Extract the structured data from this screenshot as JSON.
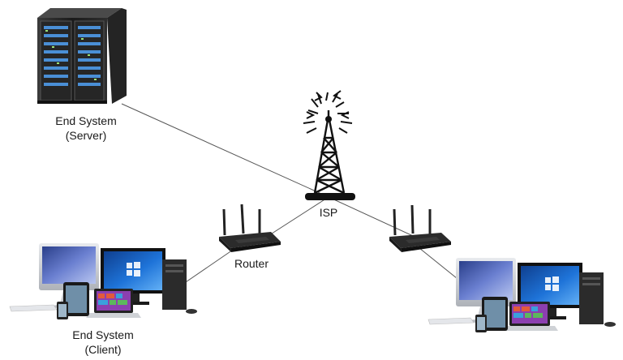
{
  "nodes": {
    "server": {
      "line1": "End System",
      "line2": "(Server)",
      "icon": "server-rack-icon"
    },
    "isp": {
      "label": "ISP",
      "icon": "radio-tower-icon"
    },
    "router_left": {
      "label": "Router",
      "icon": "wifi-router-icon"
    },
    "router_right": {
      "label": "",
      "icon": "wifi-router-icon"
    },
    "client_left": {
      "line1": "End System",
      "line2": "(Client)",
      "icon": "computer-devices-icon"
    },
    "client_right": {
      "line1": "",
      "line2": "",
      "icon": "computer-devices-icon"
    }
  },
  "links": [
    {
      "from": "server",
      "to": "isp"
    },
    {
      "from": "isp",
      "to": "router_left"
    },
    {
      "from": "isp",
      "to": "router_right"
    },
    {
      "from": "router_left",
      "to": "client_left"
    },
    {
      "from": "router_right",
      "to": "client_right"
    }
  ],
  "colors": {
    "link_line": "#555555",
    "tower": "#111111",
    "router_body": "#2b2b2b",
    "screen_blue": "#1e6fd0",
    "server_body": "#1c1c1c",
    "silver": "#c9ccd1"
  }
}
